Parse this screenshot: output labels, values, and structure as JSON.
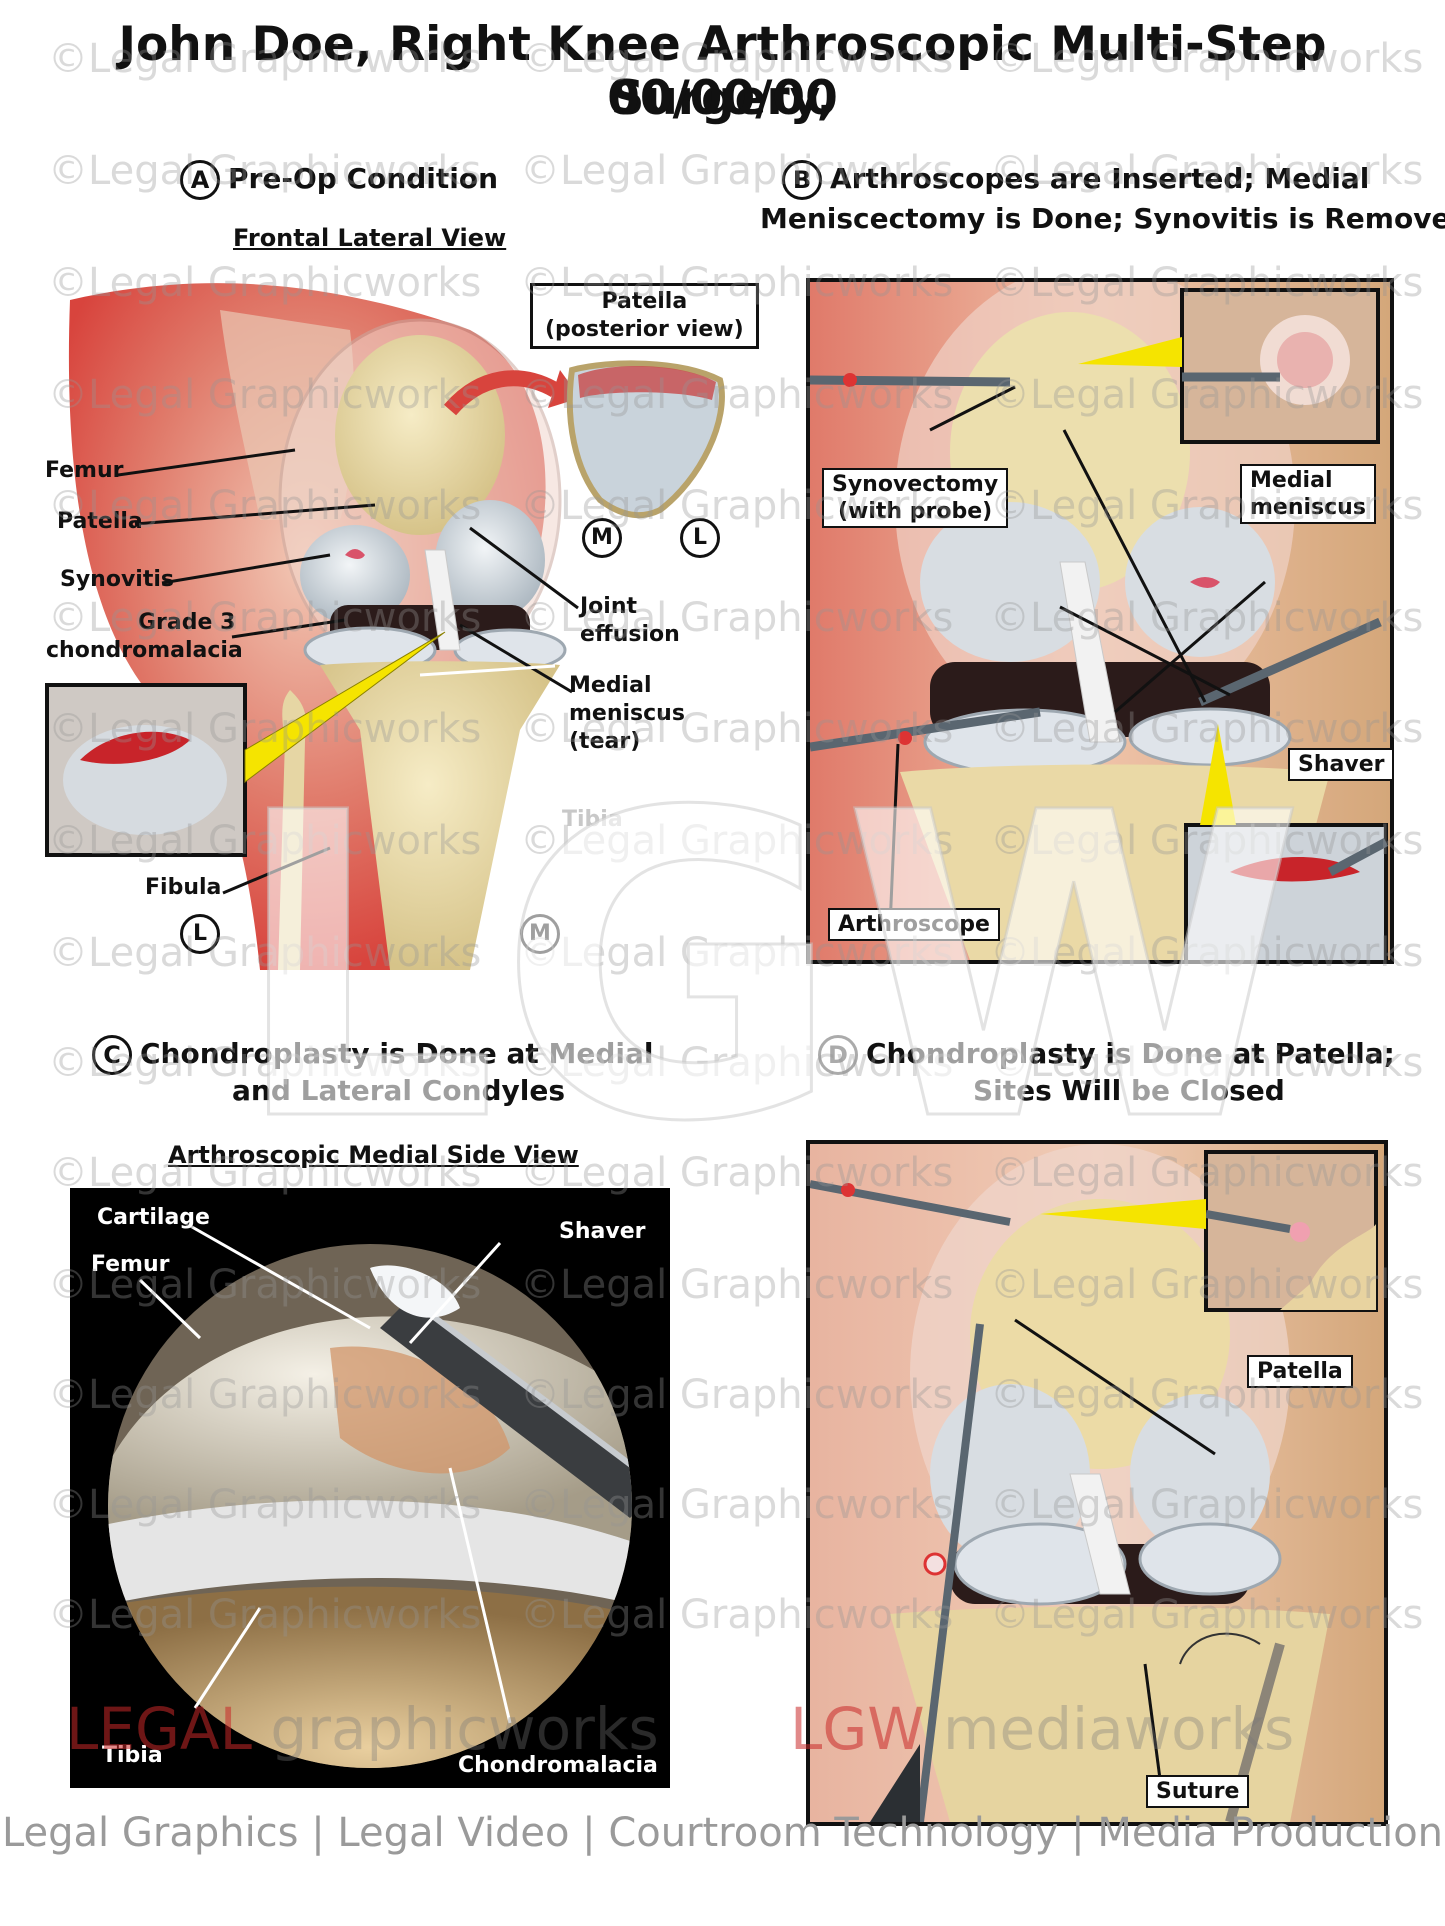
{
  "title": {
    "line1": "John Doe, Right Knee Arthroscopic Multi-Step Surgery,",
    "line2": "00/00/00"
  },
  "section_a": {
    "letter": "A",
    "title": "Pre-Op Condition",
    "subtitle": "Frontal Lateral View",
    "patella_box_line1": "Patella",
    "patella_box_line2": "(posterior view)",
    "labels": {
      "femur": "Femur",
      "patella": "Patella",
      "synovitis": "Synovitis",
      "grade3_line1": "Grade 3",
      "grade3_line2": "chondromalacia",
      "joint_line1": "Joint",
      "joint_line2": "effusion",
      "meniscus_line1": "Medial",
      "meniscus_line2": "meniscus",
      "meniscus_line3": "(tear)",
      "tibia": "Tibia",
      "fibula": "Fibula"
    },
    "markers": {
      "lateral": "L",
      "medial": "M"
    }
  },
  "section_b": {
    "letter": "B",
    "title_line1": "Arthroscopes are Inserted; Medial",
    "title_line2": "Meniscectomy is Done; Synovitis is Removed",
    "labels": {
      "synovectomy_line1": "Synovectomy",
      "synovectomy_line2": "(with probe)",
      "medial_meniscus_line1": "Medial",
      "medial_meniscus_line2": "meniscus",
      "shaver": "Shaver",
      "arthroscope": "Arthroscope"
    }
  },
  "section_c": {
    "letter": "C",
    "title_line1": "Chondroplasty is Done at Medial",
    "title_line2": "and Lateral Condyles",
    "subtitle": "Arthroscopic Medial Side View",
    "labels": {
      "cartilage": "Cartilage",
      "femur": "Femur",
      "shaver": "Shaver",
      "tibia": "Tibia",
      "chondromalacia": "Chondromalacia"
    }
  },
  "section_d": {
    "letter": "D",
    "title_line1": "Chondroplasty is Done at Patella;",
    "title_line2": "Sites Will be Closed",
    "labels": {
      "patella": "Patella",
      "suture": "Suture"
    }
  },
  "watermark": {
    "text": "©Legal Graphicworks",
    "big": "LGW",
    "logo_left_1": "LEGAL",
    "logo_left_2": "graphicworks",
    "logo_right_1": "LGW",
    "logo_right_2": "mediaworks"
  },
  "footer": "Legal Graphics | Legal Video | Courtroom Technology | Media Production",
  "colors": {
    "skin": "#e7bfa5",
    "inflamed": "#e2554a",
    "bone": "#efe0ae",
    "cartilage": "#cfd6dc",
    "pointer_yellow": "#f5e400",
    "tissue_tan": "#c9a77b"
  }
}
